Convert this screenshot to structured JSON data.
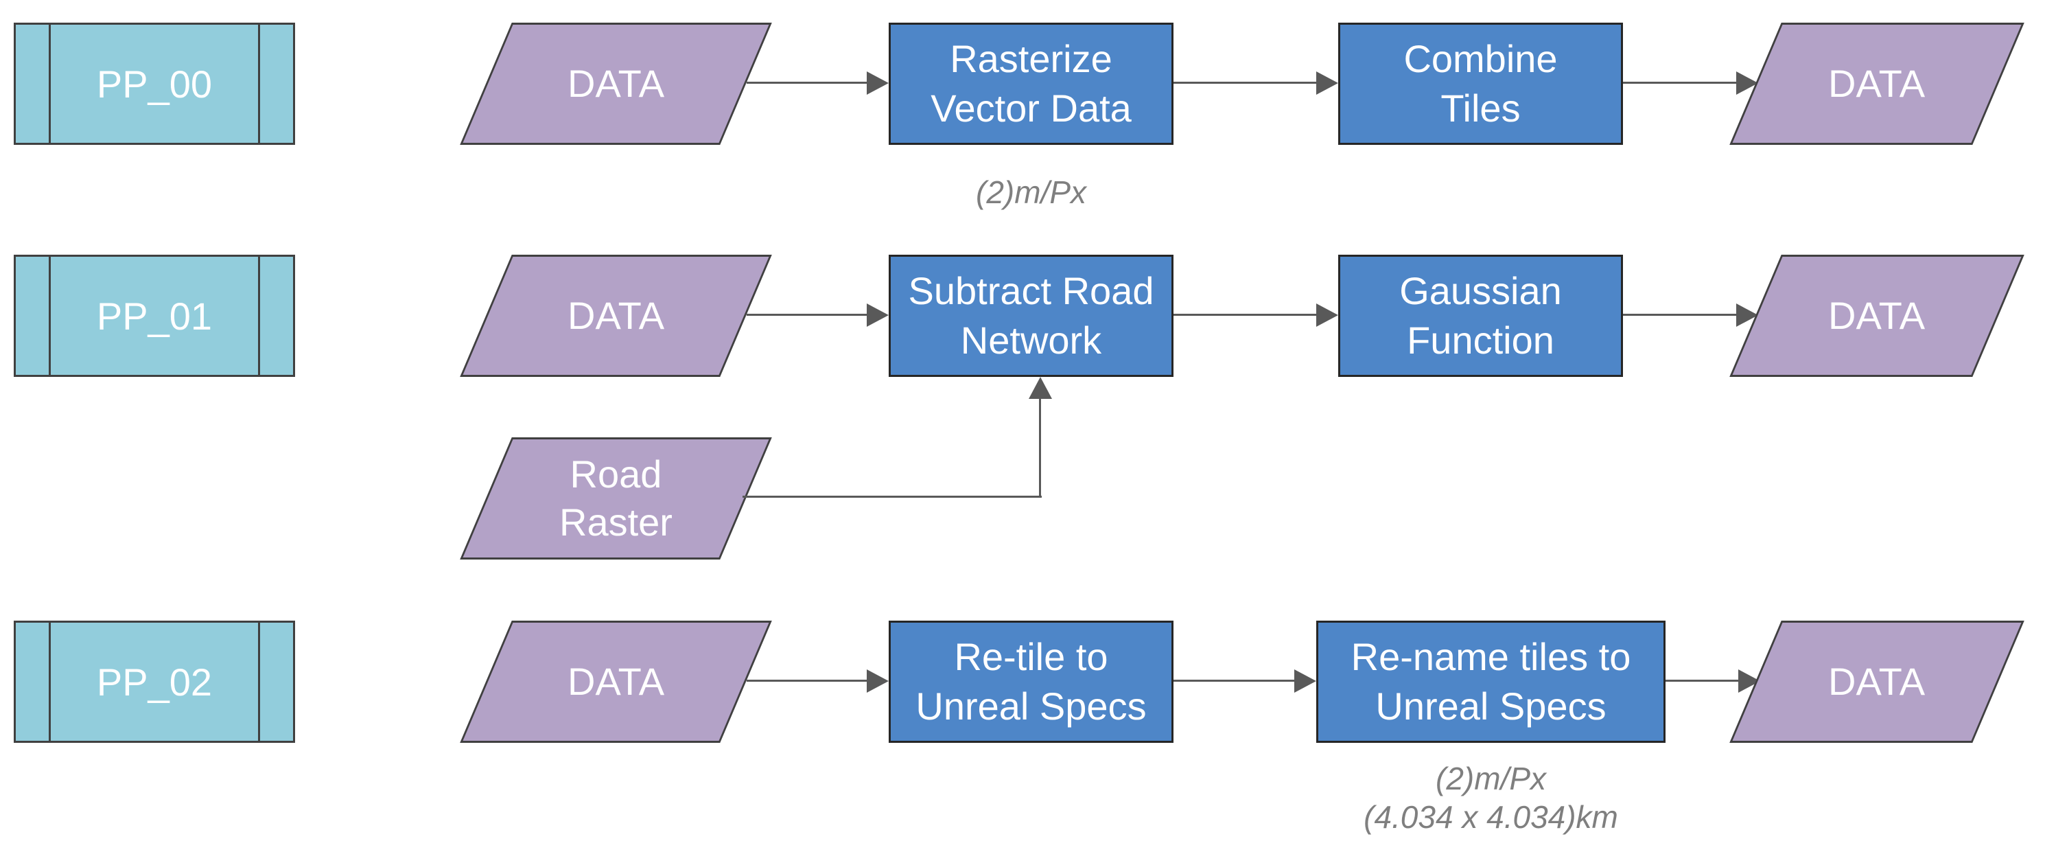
{
  "diagram_type": "flowchart",
  "colors": {
    "background": "#ffffff",
    "predefined_process_fill": "#92CDDC",
    "data_fill": "#B3A2C7",
    "process_fill": "#4E86C8",
    "shape_border": "#404040",
    "arrow": "#595959",
    "annotation_text": "#7F7F7F",
    "shape_text": "#ffffff"
  },
  "rows": [
    {
      "pipeline": "PP_00",
      "input": "DATA",
      "process_a": "Rasterize\nVector Data",
      "process_b": "Combine\nTiles",
      "output": "DATA",
      "annotation": "(2)m/Px"
    },
    {
      "pipeline": "PP_01",
      "input": "DATA",
      "aux_input": "Road\nRaster",
      "process_a": "Subtract Road\nNetwork",
      "process_b": "Gaussian\nFunction",
      "output": "DATA"
    },
    {
      "pipeline": "PP_02",
      "input": "DATA",
      "process_a": "Re-tile to\nUnreal Specs",
      "process_b": "Re-name tiles to\nUnreal Specs",
      "output": "DATA",
      "annotation": "(2)m/Px\n(4.034 x 4.034)km"
    }
  ]
}
